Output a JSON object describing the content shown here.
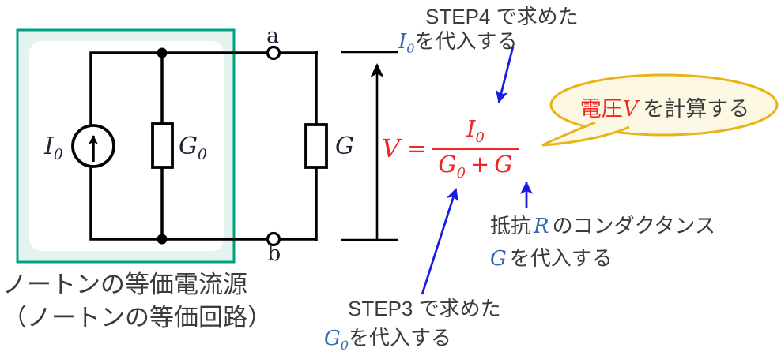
{
  "colors": {
    "teal": "#00a183",
    "mint": "#e4f3ee",
    "black": "#000000",
    "navy": "#1d2433",
    "dark": "#3b3b3b",
    "red": "#f22525",
    "blue_arrow": "#1c1ce0",
    "blue_var": "#3566b0",
    "bubble_border": "#e8b418",
    "bubble_fill": "#fcf8e3"
  },
  "circuit": {
    "source_label_base": "I",
    "source_label_sub": "0",
    "conductance_label_base": "G",
    "conductance_label_sub": "0",
    "load_label": "G",
    "terminal_top": "a",
    "terminal_bottom": "b",
    "caption_line1": "ノートンの等価電流源",
    "caption_line2": "（ノートンの等価回路）"
  },
  "formula": {
    "lhs": "V",
    "equals": "=",
    "num_base": "I",
    "num_sub": "0",
    "den_g0_base": "G",
    "den_g0_sub": "0",
    "plus": "+",
    "den_g": "G"
  },
  "annotations": {
    "step4_line1": "STEP4 で求めた",
    "step4_var_base": "I",
    "step4_var_sub": "0",
    "step4_line2_rest": "を代入する",
    "step3_line1": "STEP3 で求めた",
    "step3_var_base": "G",
    "step3_var_sub": "0",
    "step3_line2_rest": "を代入する",
    "cond_pre": "抵抗",
    "cond_var1": "R",
    "cond_line1_rest": "のコンダクタンス",
    "cond_var2": "G",
    "cond_line2_rest": "を代入する",
    "bubble_pre": "電圧",
    "bubble_var": "V",
    "bubble_rest": "を計算する"
  }
}
